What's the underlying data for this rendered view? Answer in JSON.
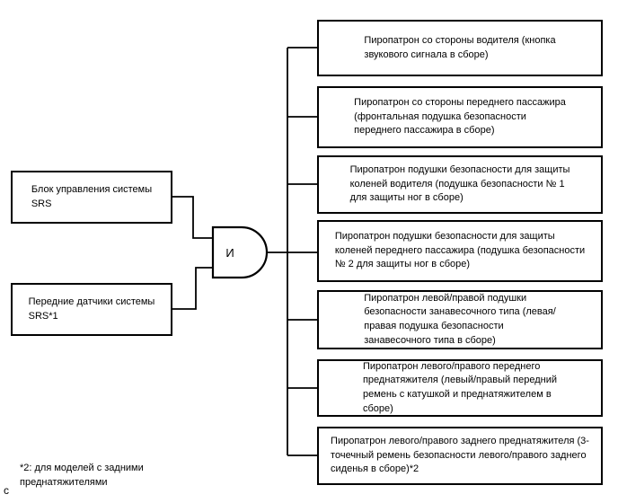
{
  "diagram": {
    "colors": {
      "line": "#000000",
      "background": "#ffffff",
      "text": "#000000"
    },
    "gate": {
      "label": "И",
      "type": "and-gate"
    },
    "inputs": [
      {
        "lines": [
          "Блок управления системы",
          "SRS"
        ]
      },
      {
        "lines": [
          "Передние датчики системы",
          "SRS*1"
        ]
      }
    ],
    "outputs": [
      {
        "lines": [
          "Пиропатрон со стороны водителя (кнопка",
          "звукового сигнала в сборе)"
        ]
      },
      {
        "lines": [
          "Пиропатрон со стороны переднего пассажира",
          "(фронтальная подушка безопасности",
          "переднего пассажира в сборе)"
        ]
      },
      {
        "lines": [
          "Пиропатрон подушки безопасности для защиты",
          "коленей водителя (подушка безопасности № 1",
          "для защиты ног в сборе)"
        ]
      },
      {
        "lines": [
          "Пиропатрон подушки безопасности для защиты",
          "коленей переднего пассажира (подушка безопасности",
          "№ 2 для защиты ног в сборе)"
        ]
      },
      {
        "lines": [
          "Пиропатрон левой/правой подушки",
          "безопасности занавесочного типа (левая/",
          "правая подушка безопасности",
          "занавесочного типа в сборе)"
        ]
      },
      {
        "lines": [
          "Пиропатрон левого/правого переднего",
          "преднатяжителя (левый/правый передний",
          "ремень с катушкой и преднатяжителем в",
          "сборе)"
        ]
      },
      {
        "lines": [
          "Пиропатрон левого/правого заднего преднатяжителя (3-",
          "точечный ремень безопасности левого/правого заднего",
          "сиденья в сборе)*2"
        ]
      }
    ],
    "footnote_lines": [
      "*2: для моделей с задними",
      "преднатяжителями"
    ],
    "corner_char": "c"
  }
}
